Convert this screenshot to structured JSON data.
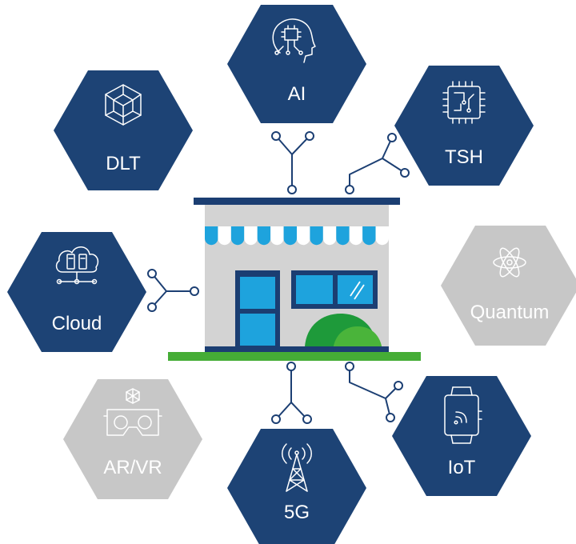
{
  "colors": {
    "active": "#1d4375",
    "inactive": "#c7c7c7",
    "connector": "#1c3f73",
    "building_wall": "#d3d3d3",
    "awning": "#1ea3dd",
    "window": "#1ea3dd",
    "frame": "#1b3e72",
    "ground": "#45ad36",
    "bush_dark": "#1e9a3a",
    "bush_light": "#4ab43a"
  },
  "technologies": [
    {
      "key": "ai",
      "label": "AI",
      "icon": "ai-head-icon",
      "active": true
    },
    {
      "key": "tsh",
      "label": "TSH",
      "icon": "chip-icon",
      "active": true
    },
    {
      "key": "dlt",
      "label": "DLT",
      "icon": "blockchain-cube-icon",
      "active": true
    },
    {
      "key": "cloud",
      "label": "Cloud",
      "icon": "cloud-server-icon",
      "active": true
    },
    {
      "key": "quantum",
      "label": "Quantum",
      "icon": "atom-icon",
      "active": false
    },
    {
      "key": "arvr",
      "label": "AR/VR",
      "icon": "vr-headset-icon",
      "active": false
    },
    {
      "key": "5g",
      "label": "5G",
      "icon": "antenna-tower-icon",
      "active": true
    },
    {
      "key": "iot",
      "label": "IoT",
      "icon": "smartwatch-icon",
      "active": true
    }
  ]
}
